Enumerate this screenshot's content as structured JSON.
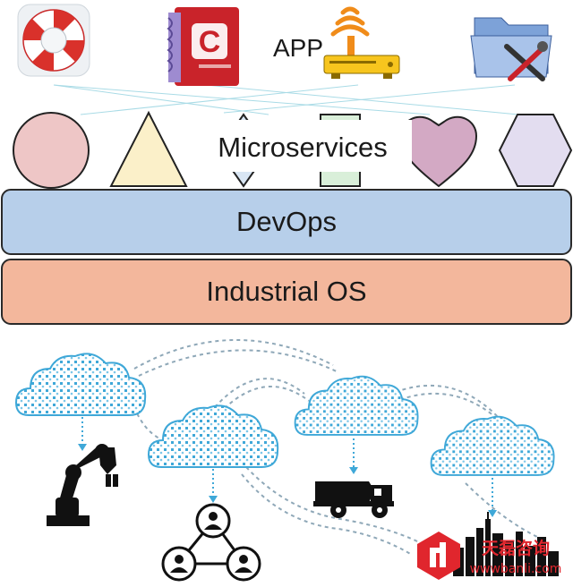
{
  "diagram": {
    "app_label": "APP",
    "microservices_label": "Microservices",
    "devops_label": "DevOps",
    "industrial_os_label": "Industrial OS",
    "app_icons": [
      "lifebuoy-icon",
      "scribble-book-icon",
      "firewire-router-icon",
      "folder-tools-icon"
    ],
    "microservice_shapes": [
      "circle",
      "triangle",
      "diamond",
      "square",
      "heart",
      "hexagon"
    ],
    "devices": [
      "robot-arm-icon",
      "people-network-icon",
      "dump-truck-icon",
      "city-skyline-icon"
    ]
  },
  "watermark": {
    "brand_name": "天磊咨询",
    "url": "wwwbanli.com"
  },
  "colors": {
    "devops_fill": "#b7cfea",
    "industrial_os_fill": "#f3b79c",
    "cloud": "#3fa8d8",
    "accent_red": "#e0262d"
  }
}
